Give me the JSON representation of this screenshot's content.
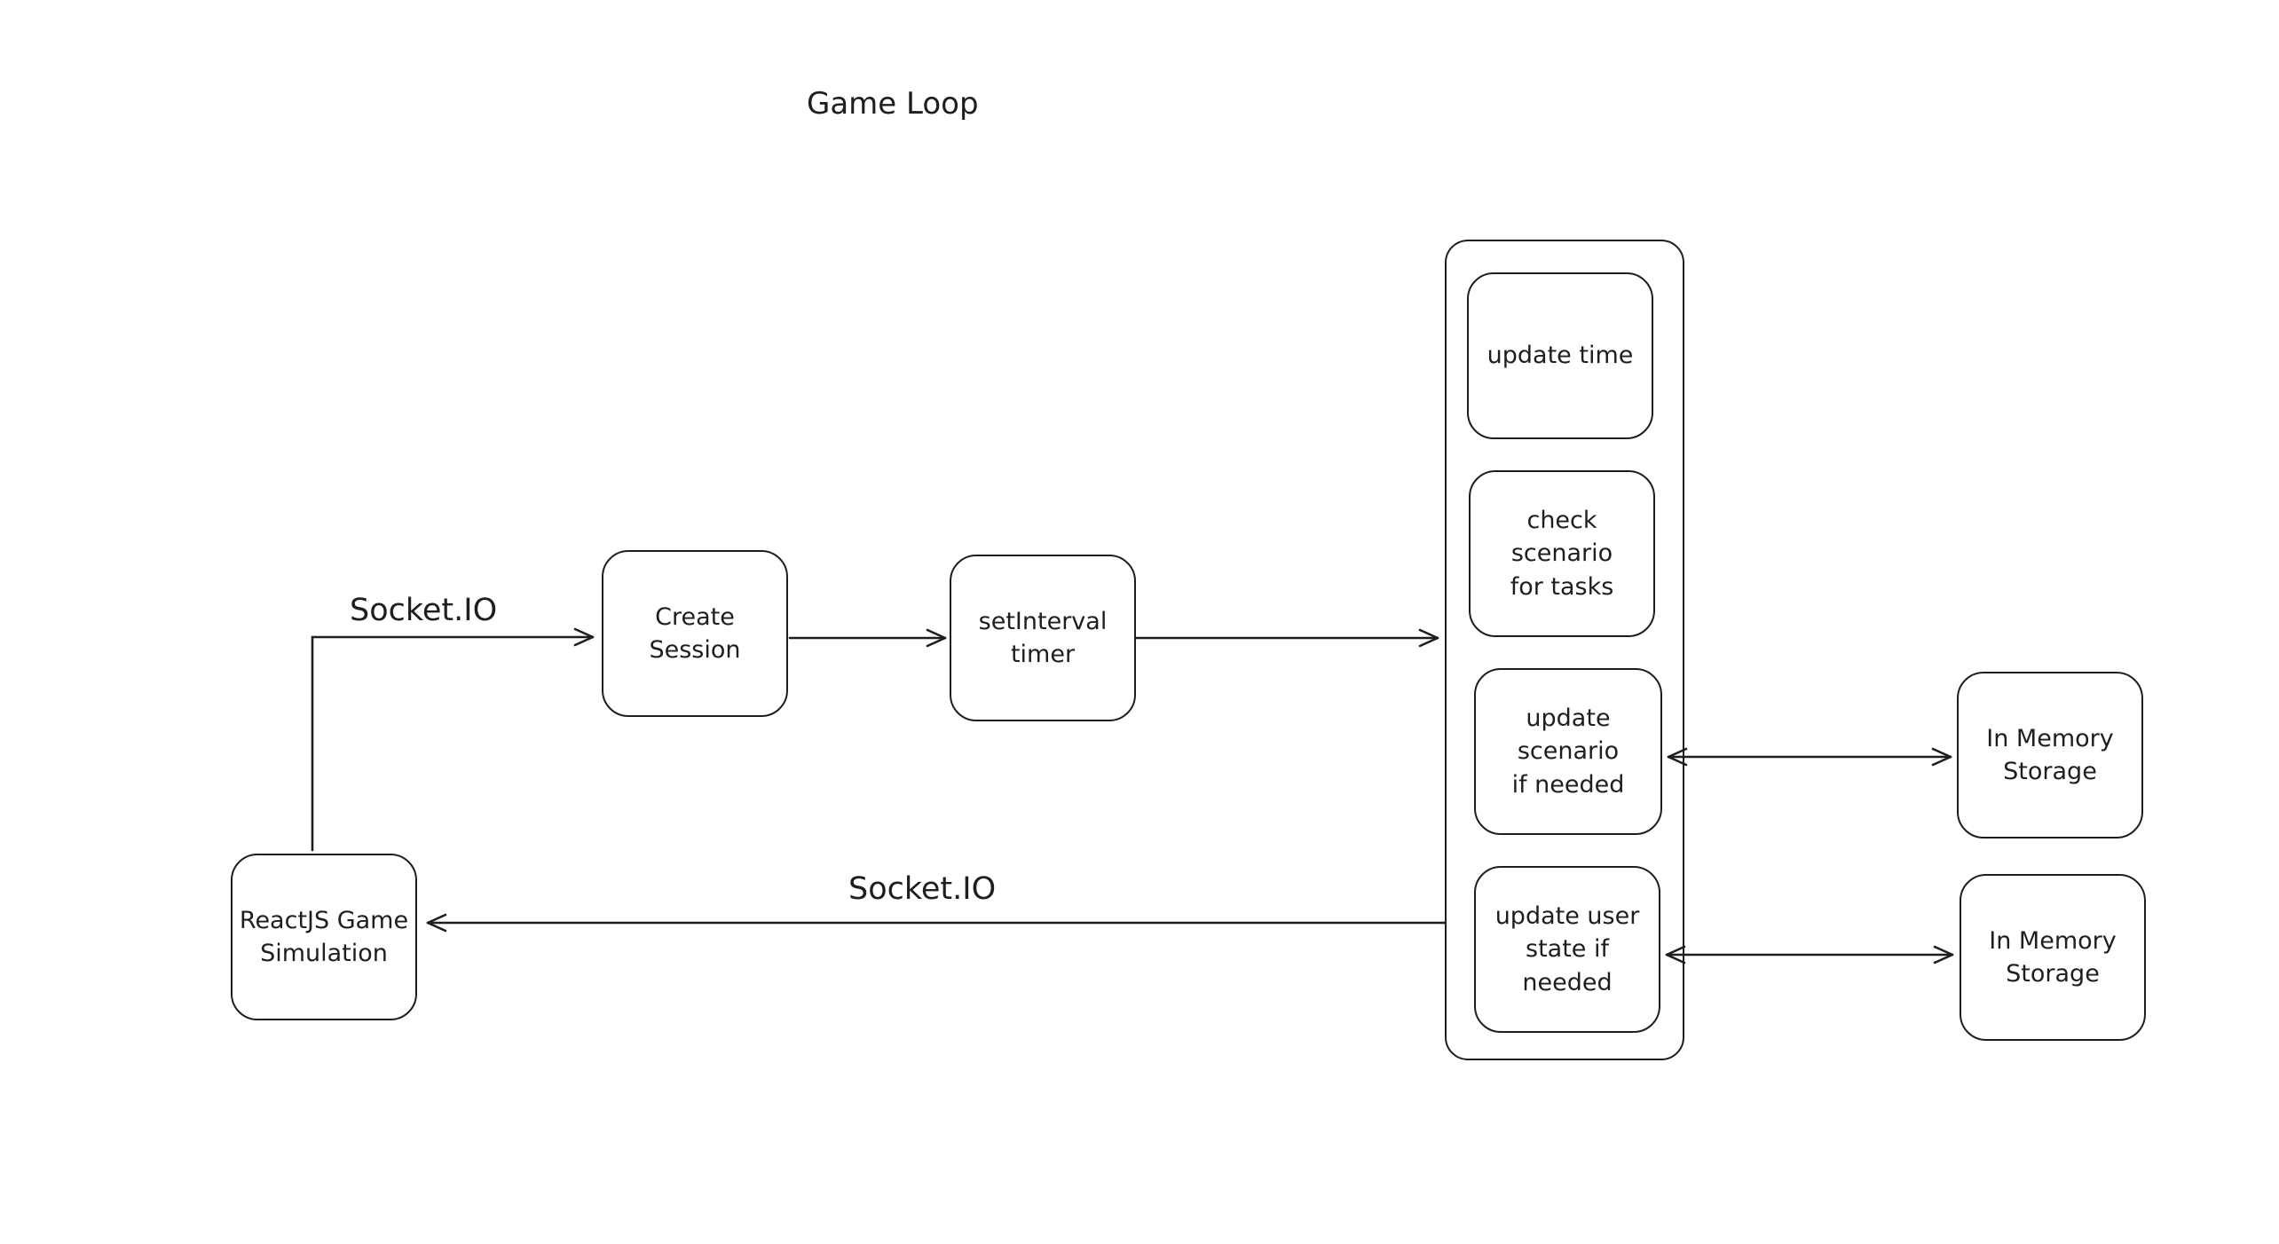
{
  "title": "Game Loop",
  "nodes": {
    "reactjs": "ReactJS Game\nSimulation",
    "create_session": "Create Session",
    "set_interval": "setInterval\ntimer",
    "update_time": "update time",
    "check_scenario": "check scenario\nfor tasks",
    "update_scenario": "update scenario\nif needed",
    "update_user_state": "update user\nstate if needed",
    "storage_1": "In Memory\nStorage",
    "storage_2": "In Memory\nStorage"
  },
  "edge_labels": {
    "socket_out": "Socket.IO",
    "socket_back": "Socket.IO"
  }
}
